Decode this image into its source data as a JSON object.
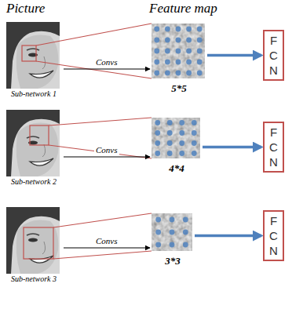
{
  "diagram": {
    "nodes": [
      {
        "text": [
          "Sub-network 1"
        ]
      },
      {
        "text": [
          "5*5"
        ]
      },
      {
        "text": [
          "F C N"
        ]
      },
      {
        "text": [
          "Sub-network 2"
        ]
      },
      {
        "text": [
          "4*4"
        ]
      },
      {
        "text": [
          "F C N"
        ]
      },
      {
        "text": [
          "Sub-network 3"
        ]
      },
      {
        "text": [
          "3*3"
        ]
      },
      {
        "text": [
          "F C N"
        ]
      }
    ],
    "edges": [
      {
        "from": 0,
        "to": 1,
        "label": "Convs",
        "arrow": "to"
      },
      {
        "from": 1,
        "to": 2,
        "arrow": "to"
      },
      {
        "from": 3,
        "to": 4,
        "label": "Convs",
        "arrow": "to"
      },
      {
        "from": 4,
        "to": 5,
        "arrow": "to"
      },
      {
        "from": 6,
        "to": 7,
        "label": "Convs",
        "arrow": "to"
      },
      {
        "from": 7,
        "to": 8,
        "arrow": "to"
      }
    ],
    "labels": [
      "Picture",
      "Feature map"
    ]
  }
}
